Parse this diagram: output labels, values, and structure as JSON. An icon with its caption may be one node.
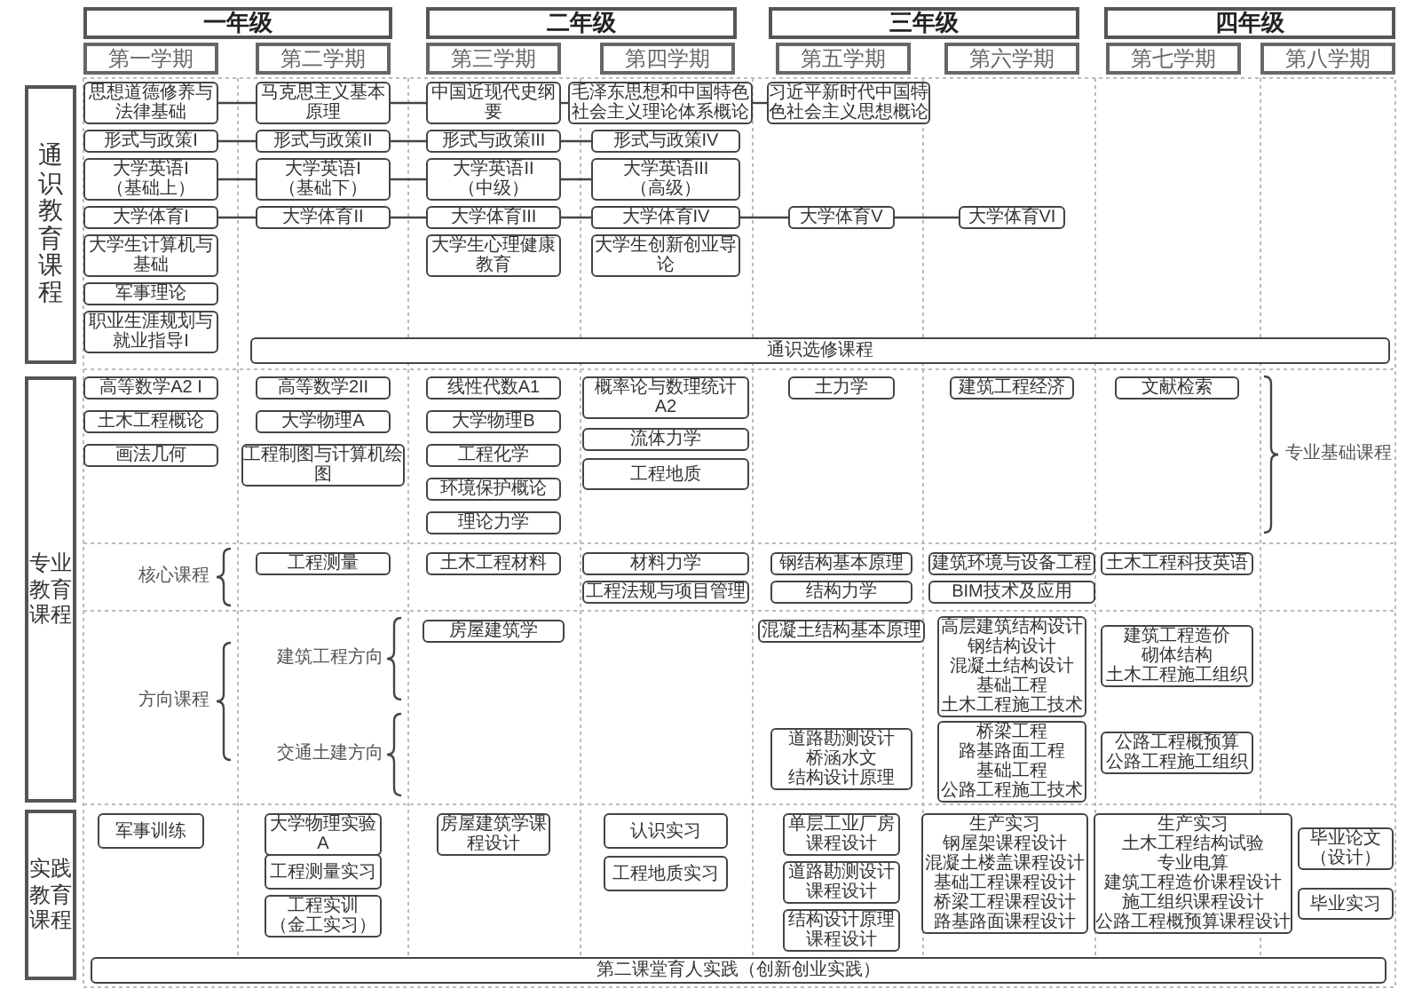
{
  "diagram": {
    "nodes": [
      {
        "text": [
          "一年级"
        ]
      },
      {
        "text": [
          "二年级"
        ]
      },
      {
        "text": [
          "三年级"
        ]
      },
      {
        "text": [
          "四年级"
        ]
      },
      {
        "text": [
          "第一学期"
        ]
      },
      {
        "text": [
          "第二学期"
        ]
      },
      {
        "text": [
          "第三学期"
        ]
      },
      {
        "text": [
          "第四学期"
        ]
      },
      {
        "text": [
          "第五学期"
        ]
      },
      {
        "text": [
          "第六学期"
        ]
      },
      {
        "text": [
          "第七学期"
        ]
      },
      {
        "text": [
          "第八学期"
        ]
      },
      {
        "text": [
          "通识教育课程"
        ]
      },
      {
        "text": [
          "思想道德修养与法律基础"
        ]
      },
      {
        "text": [
          "马克思主义基本原理"
        ]
      },
      {
        "text": [
          "中国近现代史纲要"
        ]
      },
      {
        "text": [
          "毛泽东思想和中国特色社会主义理论体系概论"
        ]
      },
      {
        "text": [
          "习近平新时代中国特色社会主义思想概论"
        ]
      },
      {
        "text": [
          "形式与政策I"
        ]
      },
      {
        "text": [
          "形式与政策II"
        ]
      },
      {
        "text": [
          "形式与政策III"
        ]
      },
      {
        "text": [
          "形式与政策IV"
        ]
      },
      {
        "text": [
          "大学英语I",
          "（基础上）"
        ]
      },
      {
        "text": [
          "大学英语I",
          "（基础下）"
        ]
      },
      {
        "text": [
          "大学英语II",
          "（中级）"
        ]
      },
      {
        "text": [
          "大学英语III",
          "（高级）"
        ]
      },
      {
        "text": [
          "大学体育I"
        ]
      },
      {
        "text": [
          "大学体育II"
        ]
      },
      {
        "text": [
          "大学体育III"
        ]
      },
      {
        "text": [
          "大学体育IV"
        ]
      },
      {
        "text": [
          "大学体育V"
        ]
      },
      {
        "text": [
          "大学体育VI"
        ]
      },
      {
        "text": [
          "大学生计算机与基础"
        ]
      },
      {
        "text": [
          "大学生心理健康教育"
        ]
      },
      {
        "text": [
          "大学生创新创业导论"
        ]
      },
      {
        "text": [
          "军事理论"
        ]
      },
      {
        "text": [
          "职业生涯规划与就业指导I"
        ]
      },
      {
        "text": [
          "通识选修课程"
        ]
      },
      {
        "text": [
          "专业教育课程"
        ]
      },
      {
        "text": [
          "高等数学A2 I"
        ]
      },
      {
        "text": [
          "高等数学2II"
        ]
      },
      {
        "text": [
          "线性代数A1"
        ]
      },
      {
        "text": [
          "概率论与数理统计A2"
        ]
      },
      {
        "text": [
          "土力学"
        ]
      },
      {
        "text": [
          "建筑工程经济"
        ]
      },
      {
        "text": [
          "文献检索"
        ]
      },
      {
        "text": [
          "土木工程概论"
        ]
      },
      {
        "text": [
          "大学物理A"
        ]
      },
      {
        "text": [
          "大学物理B"
        ]
      },
      {
        "text": [
          "流体力学"
        ]
      },
      {
        "text": [
          "画法几何"
        ]
      },
      {
        "text": [
          "工程制图与计算机绘图"
        ]
      },
      {
        "text": [
          "工程化学"
        ]
      },
      {
        "text": [
          "工程地质"
        ]
      },
      {
        "text": [
          "环境保护概论"
        ]
      },
      {
        "text": [
          "理论力学"
        ]
      },
      {
        "text": [
          "工程测量"
        ]
      },
      {
        "text": [
          "土木工程材料"
        ]
      },
      {
        "text": [
          "材料力学"
        ]
      },
      {
        "text": [
          "钢结构基本原理"
        ]
      },
      {
        "text": [
          "建筑环境与设备工程"
        ]
      },
      {
        "text": [
          "土木工程科技英语"
        ]
      },
      {
        "text": [
          "工程法规与项目管理"
        ]
      },
      {
        "text": [
          "结构力学"
        ]
      },
      {
        "text": [
          "BIM技术及应用"
        ]
      },
      {
        "text": [
          "房屋建筑学"
        ]
      },
      {
        "text": [
          "混凝土结构基本原理"
        ]
      },
      {
        "text": [
          "高层建筑结构设计",
          "钢结构设计",
          "混凝土结构设计",
          "基础工程",
          "土木工程施工技术"
        ]
      },
      {
        "text": [
          "建筑工程造价",
          "砌体结构",
          "土木工程施工组织"
        ]
      },
      {
        "text": [
          "道路勘测设计",
          "桥涵水文",
          "结构设计原理"
        ]
      },
      {
        "text": [
          "桥梁工程",
          "路基路面工程",
          "基础工程",
          "公路工程施工技术"
        ]
      },
      {
        "text": [
          "公路工程概预算",
          "公路工程施工组织"
        ]
      },
      {
        "text": [
          "实践教育课程"
        ]
      },
      {
        "text": [
          "军事训练"
        ]
      },
      {
        "text": [
          "大学物理实验A"
        ]
      },
      {
        "text": [
          "房屋建筑学课程设计"
        ]
      },
      {
        "text": [
          "认识实习"
        ]
      },
      {
        "text": [
          "单层工业厂房课程设计"
        ]
      },
      {
        "text": [
          "生产实习",
          "钢屋架课程设计",
          "混凝土楼盖课程设计",
          "基础工程课程设计",
          "桥梁工程课程设计",
          "路基路面课程设计"
        ]
      },
      {
        "text": [
          "生产实习",
          "土木工程结构试验",
          "专业电算",
          "建筑工程造价课程设计",
          "施工组织课程设计",
          "公路工程概预算课程设计"
        ]
      },
      {
        "text": [
          "毕业论文",
          "（设计）"
        ]
      },
      {
        "text": [
          "工程测量实习"
        ]
      },
      {
        "text": [
          "工程地质实习"
        ]
      },
      {
        "text": [
          "道路勘测设计课程设计"
        ]
      },
      {
        "text": [
          "毕业实习"
        ]
      },
      {
        "text": [
          "工程实训",
          "（金工实习）"
        ]
      },
      {
        "text": [
          "结构设计原理课程设计"
        ]
      },
      {
        "text": [
          "第二课堂育人实践（创新创业实践）"
        ]
      }
    ],
    "edges": [
      {
        "from": 13,
        "to": 14,
        "arrow": "none"
      },
      {
        "from": 14,
        "to": 15,
        "arrow": "none"
      },
      {
        "from": 15,
        "to": 16,
        "arrow": "none"
      },
      {
        "from": 16,
        "to": 17,
        "arrow": "none"
      },
      {
        "from": 18,
        "to": 19,
        "arrow": "none"
      },
      {
        "from": 19,
        "to": 20,
        "arrow": "none"
      },
      {
        "from": 20,
        "to": 21,
        "arrow": "none"
      },
      {
        "from": 22,
        "to": 23,
        "arrow": "none"
      },
      {
        "from": 23,
        "to": 24,
        "arrow": "none"
      },
      {
        "from": 24,
        "to": 25,
        "arrow": "none"
      },
      {
        "from": 26,
        "to": 27,
        "arrow": "none"
      },
      {
        "from": 27,
        "to": 28,
        "arrow": "none"
      },
      {
        "from": 28,
        "to": 29,
        "arrow": "none"
      },
      {
        "from": 29,
        "to": 30,
        "arrow": "none"
      },
      {
        "from": 30,
        "to": 31,
        "arrow": "none"
      }
    ],
    "labels": [
      "专业基础课程",
      "核心课程",
      "建筑工程方向",
      "方向课程",
      "交通土建方向"
    ]
  }
}
